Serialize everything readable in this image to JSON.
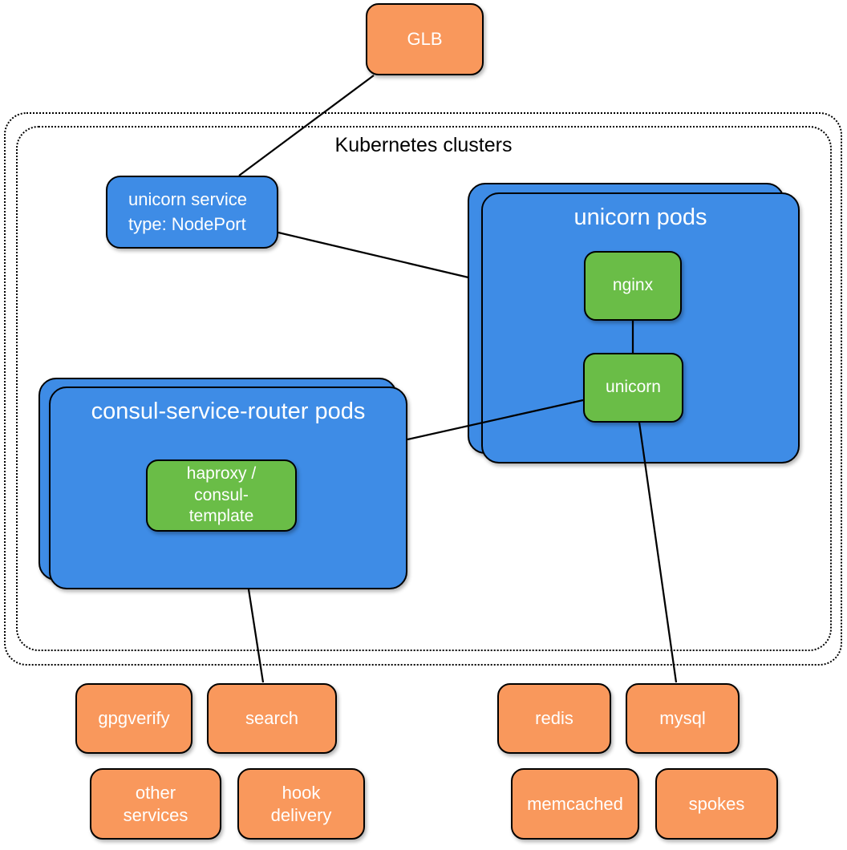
{
  "diagram": {
    "glb_label": "GLB",
    "cluster_title": "Kubernetes clusters",
    "unicorn_service_label": "unicorn service\ntype: NodePort",
    "unicorn_pods": {
      "title": "unicorn pods",
      "nginx_label": "nginx",
      "unicorn_label": "unicorn"
    },
    "consul_pods": {
      "title": "consul-service-router pods",
      "haproxy_label": "haproxy /\nconsul-\ntemplate"
    },
    "services_left": {
      "gpgverify": "gpgverify",
      "search": "search",
      "other_services": "other\nservices",
      "hook_delivery": "hook\ndelivery"
    },
    "services_right": {
      "redis": "redis",
      "mysql": "mysql",
      "memcached": "memcached",
      "spokes": "spokes"
    },
    "edges": [
      {
        "from": "glb",
        "to": "unicorn-service"
      },
      {
        "from": "unicorn-service",
        "to": "unicorn-pods"
      },
      {
        "from": "consul-service-router-pods",
        "to": "unicorn"
      },
      {
        "from": "nginx",
        "to": "unicorn"
      },
      {
        "from": "unicorn",
        "to": "mysql"
      },
      {
        "from": "consul-service-router-pods",
        "to": "search"
      }
    ],
    "colors": {
      "node_blue": "#3E8CE6",
      "node_green": "#6ABD47",
      "node_orange": "#F9985C",
      "line_black": "#000000",
      "text_white": "#ffffff"
    }
  }
}
